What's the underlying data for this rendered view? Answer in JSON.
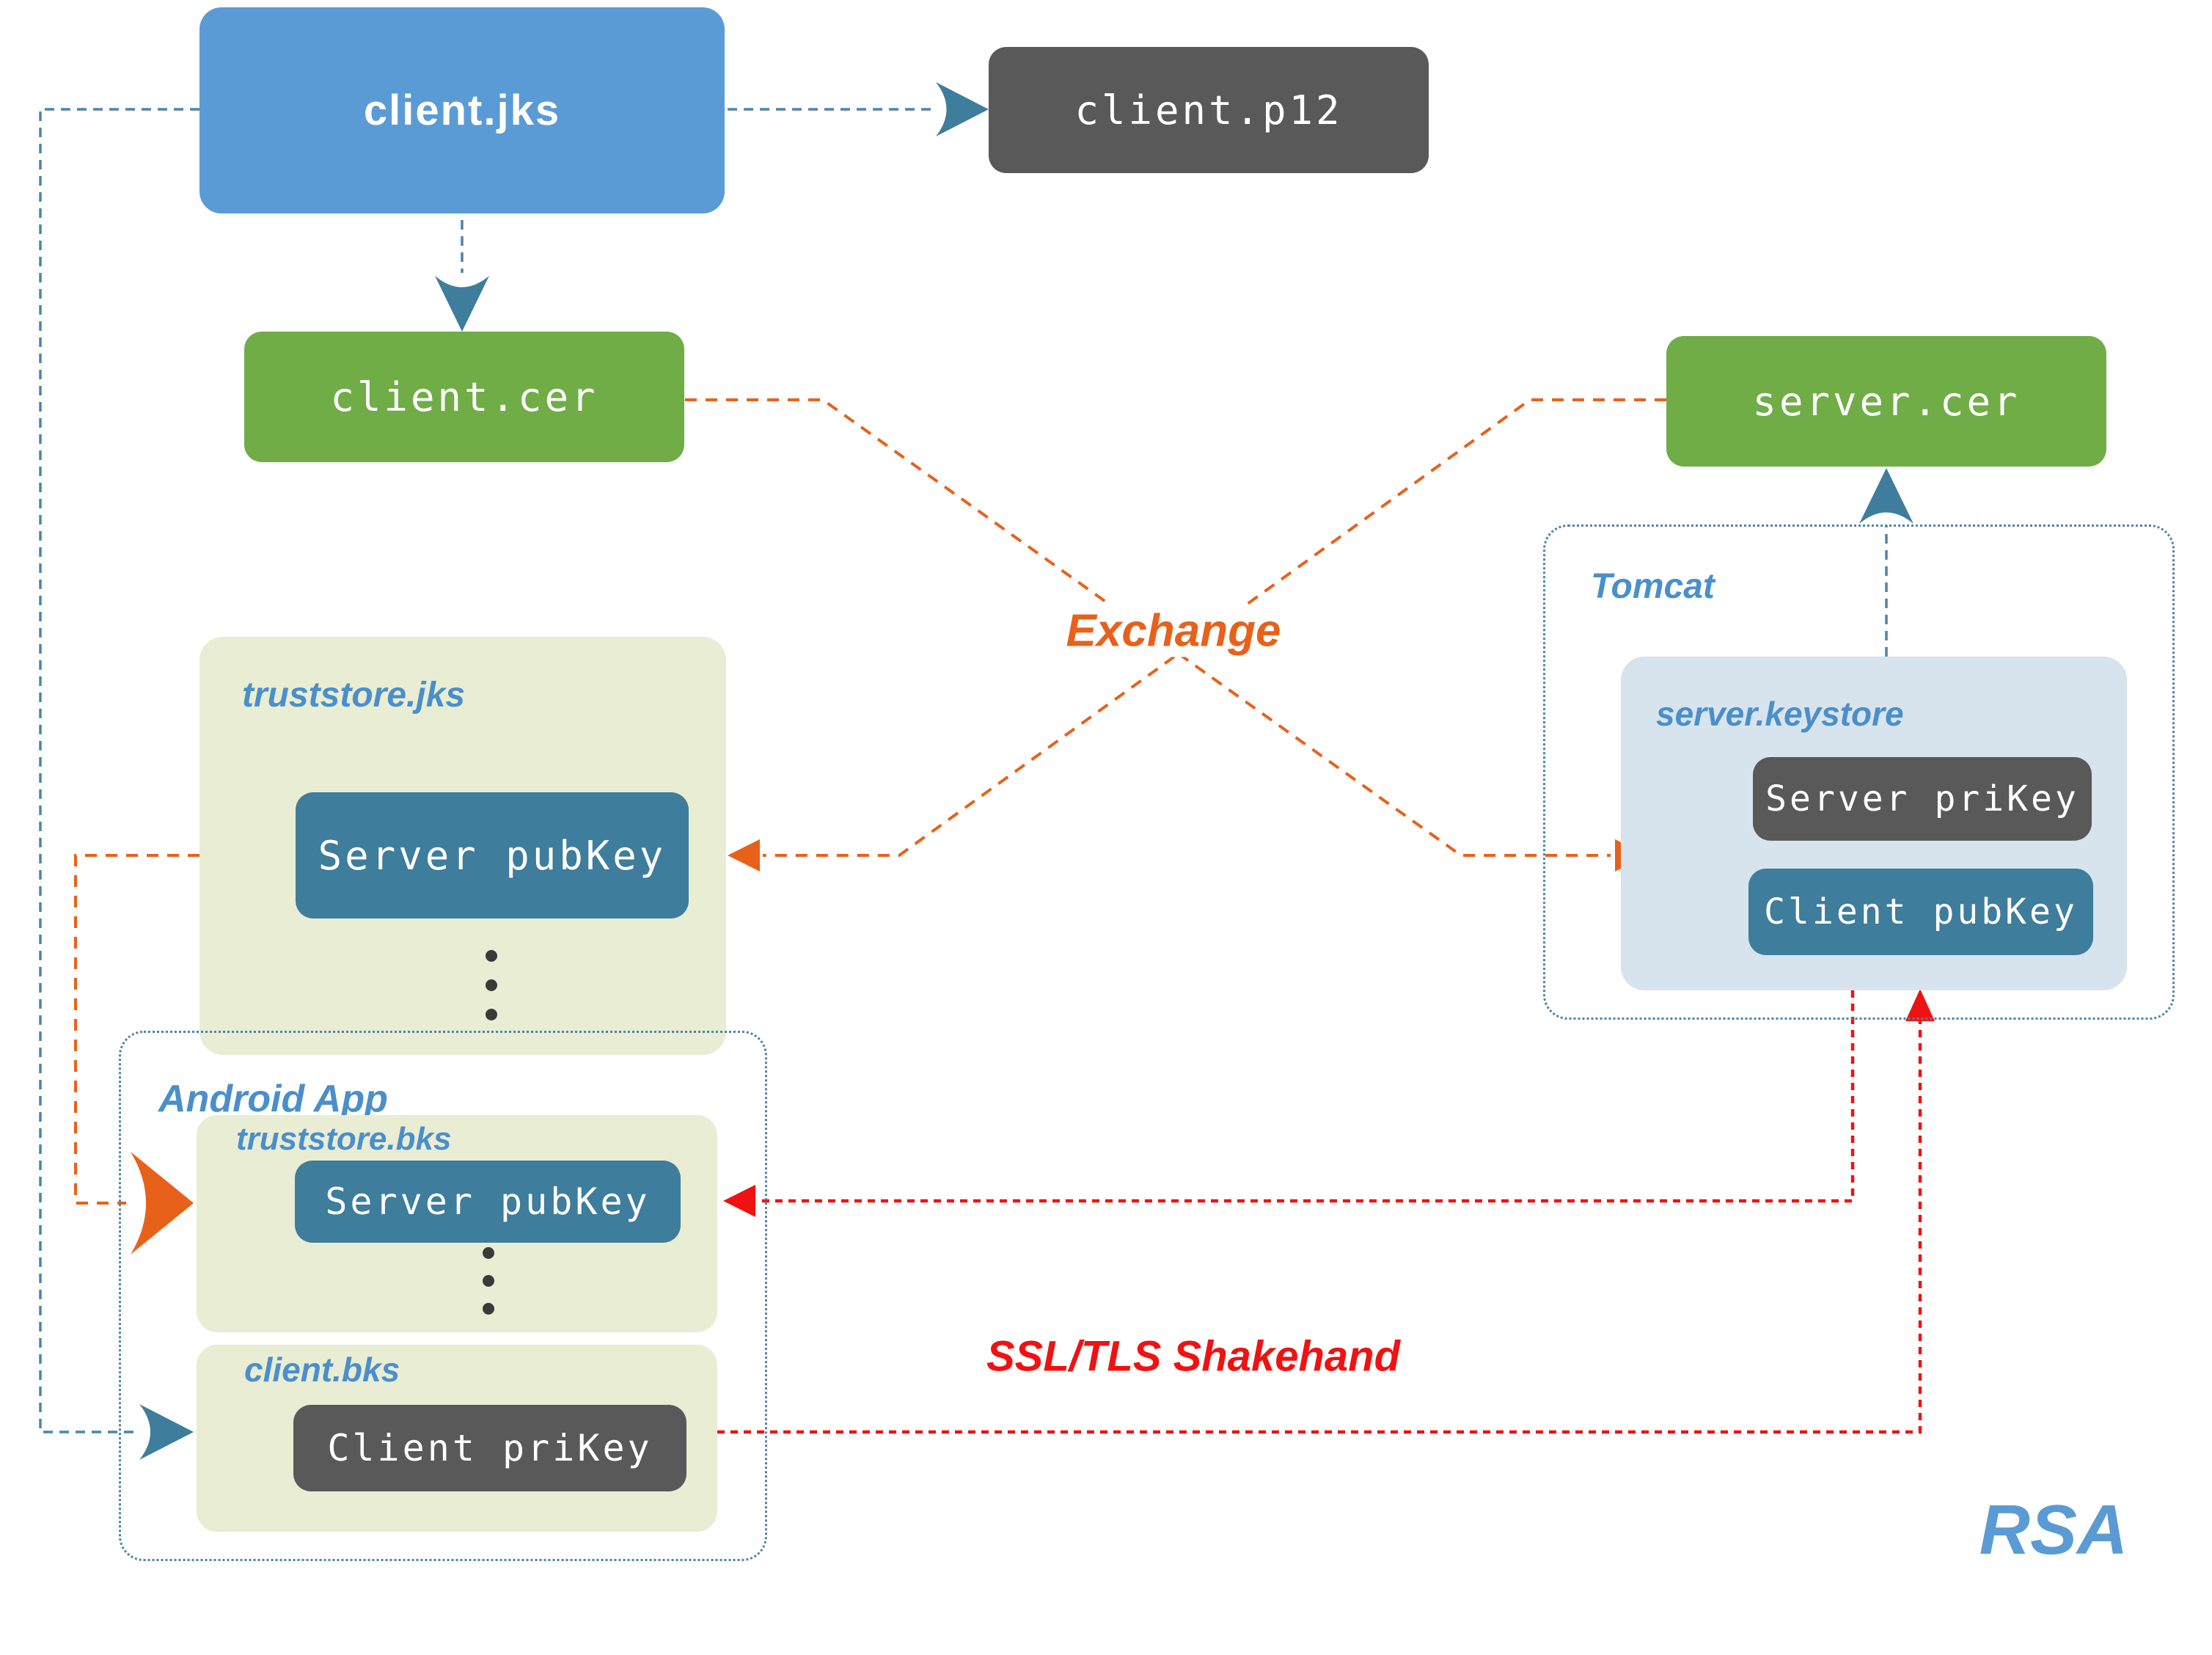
{
  "nodes": {
    "client_jks": "client.jks",
    "client_p12": "client.p12",
    "client_cer": "client.cer",
    "server_cer": "server.cer"
  },
  "truststore_jks": {
    "title": "truststore.jks",
    "server_pubkey": "Server pubKey"
  },
  "tomcat": {
    "title": "Tomcat",
    "keystore": {
      "title": "server.keystore",
      "server_prikey": "Server priKey",
      "client_pubkey": "Client pubKey"
    }
  },
  "android": {
    "title": "Android App",
    "truststore_bks": {
      "title": "truststore.bks",
      "server_pubkey": "Server pubKey"
    },
    "client_bks": {
      "title": "client.bks",
      "client_prikey": "Client priKey"
    }
  },
  "annotations": {
    "exchange": "Exchange",
    "shakehand": "SSL/TLS Shakehand",
    "algorithm": "RSA"
  },
  "icons": {
    "more_items": "vertical-ellipsis"
  },
  "colors": {
    "node_blue": "#5B9BD5",
    "node_green": "#70AD47",
    "node_dark_gray": "#595959",
    "node_teal": "#3E7D9C",
    "store_olive": "#E9EDD4",
    "store_light_blue": "#D7E4EE",
    "label_blue": "#4A8FCB",
    "line_blue": "#4886A8",
    "line_orange": "#E8611B",
    "line_red": "#F01212",
    "container_border_blue": "#4C84A6"
  }
}
